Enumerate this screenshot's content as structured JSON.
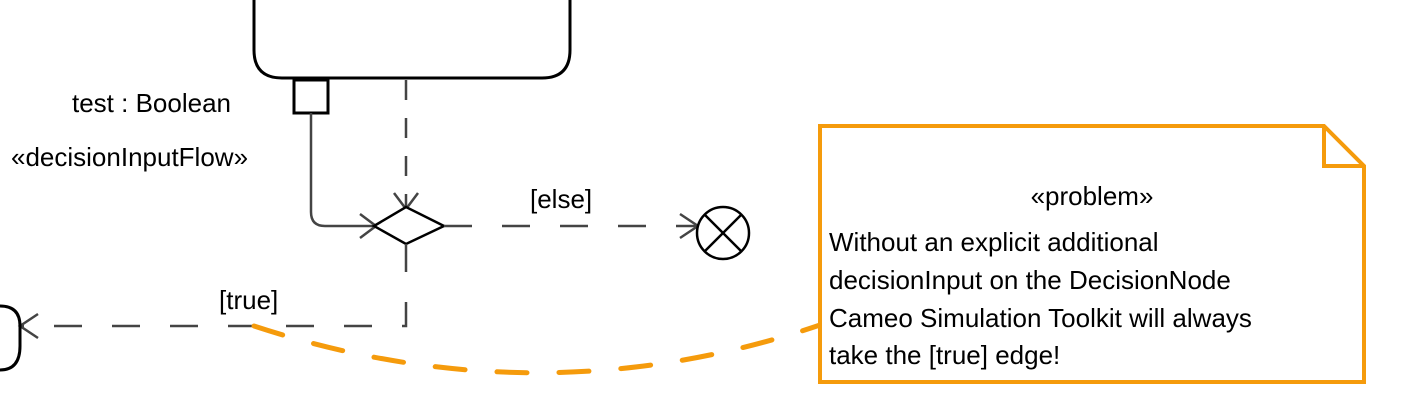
{
  "diagram": {
    "type": "UML Activity Diagram fragment",
    "colors": {
      "node_stroke": "#000000",
      "flow_stroke": "#444444",
      "note_stroke": "#F59B0C",
      "background": "#FFFFFF"
    },
    "nodes": {
      "action": {
        "kind": "action",
        "label": ""
      },
      "output_pin": {
        "kind": "output-pin",
        "label": "test : Boolean"
      },
      "decision": {
        "kind": "decision-node"
      },
      "flow_final": {
        "kind": "flow-final-node"
      },
      "target_left": {
        "kind": "action (partially visible)"
      }
    },
    "edges": {
      "decision_input_flow": {
        "stereotype": "«decisionInputFlow»",
        "style": "solid"
      },
      "control_flow_to_decision": {
        "style": "dashed",
        "guard": ""
      },
      "else_flow": {
        "style": "dashed",
        "guard": "[else]"
      },
      "true_flow": {
        "style": "dashed",
        "guard": "[true]"
      }
    },
    "note": {
      "stereotype": "«problem»",
      "lines": [
        "Without an explicit additional",
        "decisionInput on the DecisionNode",
        "Cameo Simulation Toolkit will always",
        "take the [true] edge!"
      ],
      "anchor_target": "[true] edge"
    }
  }
}
